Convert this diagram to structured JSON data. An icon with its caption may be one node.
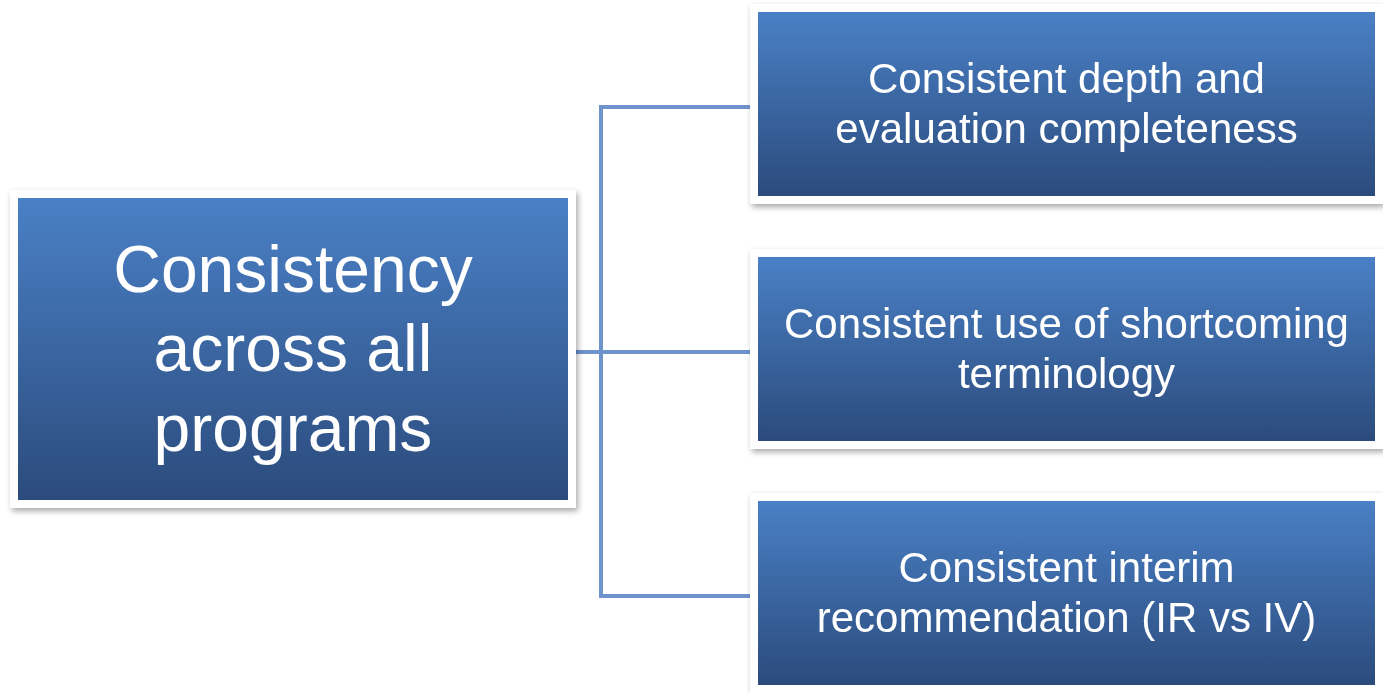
{
  "diagram": {
    "nodes": [
      {
        "text": [
          "Consistency across all programs"
        ]
      },
      {
        "text": [
          "Consistent depth and evaluation completeness"
        ]
      },
      {
        "text": [
          "Consistent use of shortcoming terminology"
        ]
      },
      {
        "text": [
          "Consistent interim recommendation (IR vs IV)"
        ]
      }
    ],
    "edges": [
      {
        "from": 0,
        "to": 1,
        "arrow": "none"
      },
      {
        "from": 0,
        "to": 2,
        "arrow": "none"
      },
      {
        "from": 0,
        "to": 3,
        "arrow": "none"
      }
    ]
  }
}
